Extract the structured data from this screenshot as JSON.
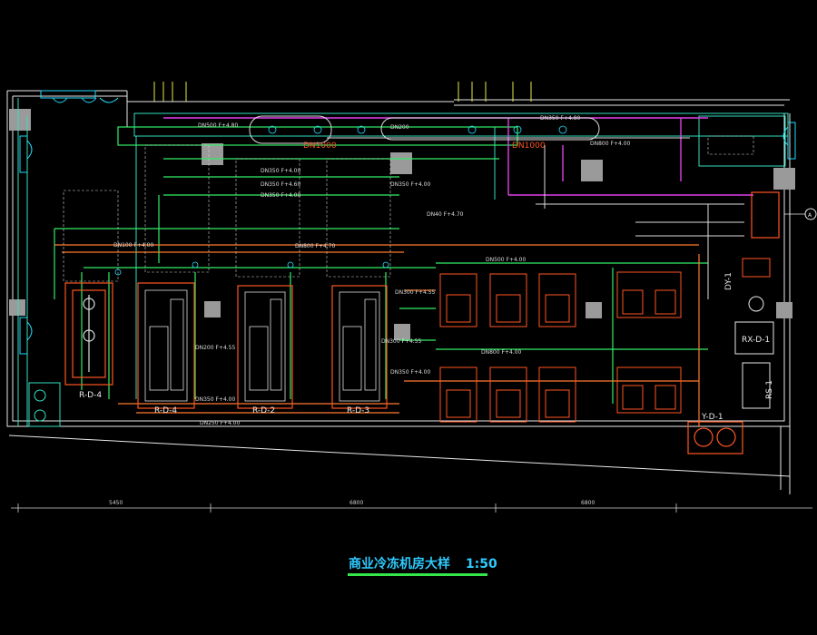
{
  "title": "商业冷冻机房大样",
  "scale": "1:50",
  "colors": {
    "background": "#000000",
    "wall": "#e8e8e8",
    "structure": "#35e0c0",
    "pipe_green": "#33ee66",
    "pipe_orange": "#ff7a2e",
    "pipe_magenta": "#e040e8",
    "pipe_white": "#dcdcdc",
    "equipment": "#ff5522",
    "column": "#9a9a9a",
    "cyan": "#22ddff",
    "yellow": "#e8e84a",
    "dim": "#cfcfcf",
    "title": "#2ecbff",
    "title_underline": "#34e84a"
  },
  "equipment_labels": {
    "chiller_1": "R-D-4",
    "chiller_2": "R-D-4",
    "chiller_3": "R-D-2",
    "chiller_4": "R-D-3",
    "dosing": "RX-D-1",
    "tank": "Y-D-1",
    "pump_tag_1": "DY-1",
    "pump_tag_2": "RS-1"
  },
  "pipe_labels": [
    "DN500 F+4.80",
    "DN1000",
    "DN1000",
    "DN200",
    "DN350 F+4.80",
    "DN350 F+4.00",
    "DN350 F+4.60",
    "DN350 F+4.00",
    "DN350 F+4.00",
    "DN800 F+4.00",
    "DN40 F+4.70",
    "DN100 F+4.00",
    "DN800 F+4.70",
    "DN500 F+4.00",
    "DN300 F+4.55",
    "DN800 F+4.00",
    "DN350 F+4.00",
    "DN250 F+4.00",
    "DN200 F+4.55",
    "DN350 F+4.00",
    "DN300 F+4.55"
  ],
  "dimensions": [
    "5450",
    "6800",
    "6800"
  ],
  "axis_marker": "A"
}
